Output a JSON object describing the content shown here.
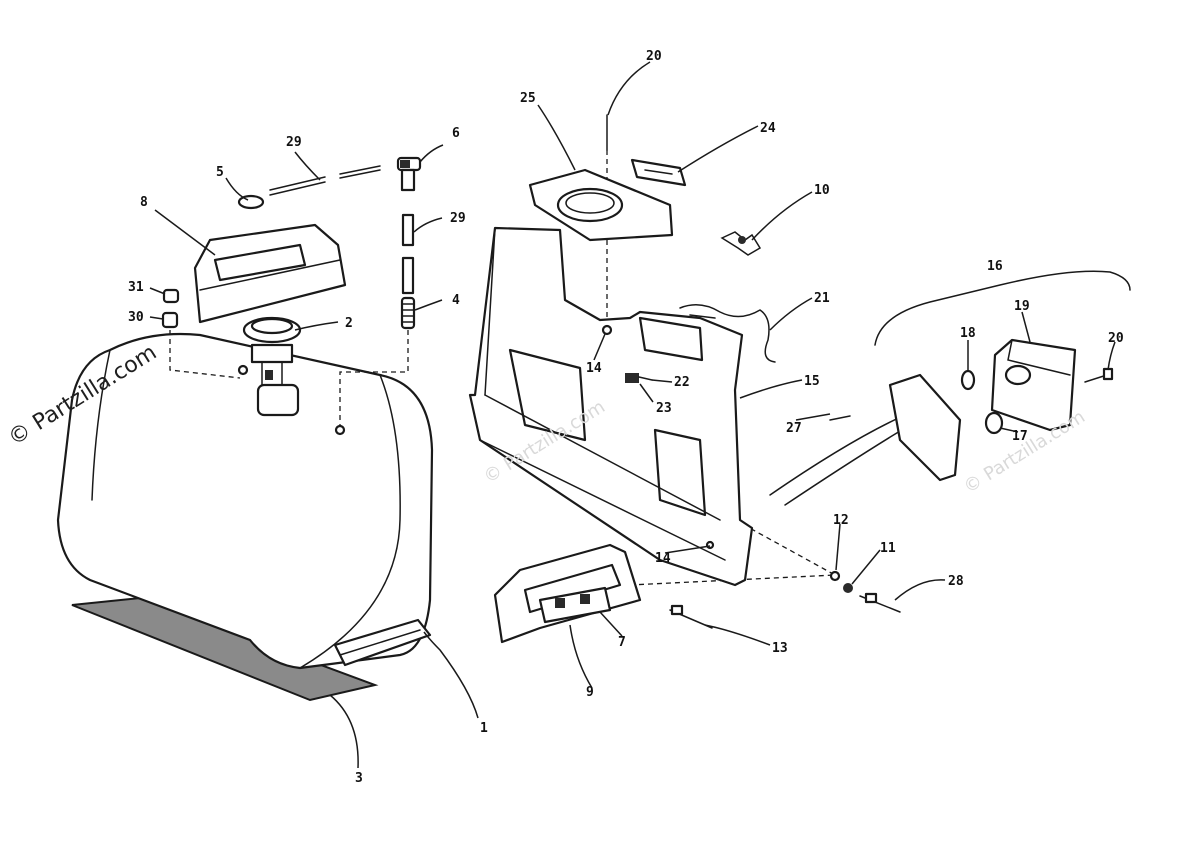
{
  "watermark": {
    "text": "© Partzilla.com",
    "light_text": "© Partzilla.com",
    "color_dark": "#1f1f1f",
    "color_light": "#d9d9d9"
  },
  "callouts": {
    "c1": "1",
    "c2": "2",
    "c3": "3",
    "c4": "4",
    "c5": "5",
    "c6": "6",
    "c7": "7",
    "c8": "8",
    "c9": "9",
    "c10": "10",
    "c11": "11",
    "c12": "12",
    "c13": "13",
    "c14a": "14",
    "c14b": "14",
    "c15": "15",
    "c16": "16",
    "c17": "17",
    "c18": "18",
    "c19": "19",
    "c20a": "20",
    "c20b": "20",
    "c21": "21",
    "c22": "22",
    "c23": "23",
    "c24": "24",
    "c25": "25",
    "c27": "27",
    "c28": "28",
    "c29a": "29",
    "c29b": "29",
    "c30": "30",
    "c31": "31"
  },
  "line_color": "#1a1a1a"
}
